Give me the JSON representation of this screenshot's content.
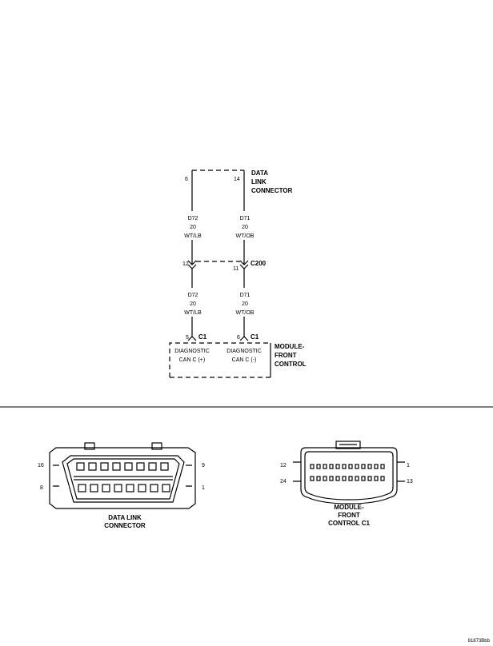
{
  "schematic": {
    "data_link_connector_label": [
      "DATA",
      "LINK",
      "CONNECTOR"
    ],
    "dlc_pin_left": "6",
    "dlc_pin_right": "14",
    "wire_left_upper": [
      "D72",
      "20",
      "WT/LB"
    ],
    "wire_right_upper": [
      "D71",
      "20",
      "WT/OB"
    ],
    "c200_pin_left": "12",
    "c200_pin_right": "11",
    "c200_label": "C200",
    "wire_left_lower": [
      "D72",
      "20",
      "WT/LB"
    ],
    "wire_right_lower": [
      "D71",
      "20",
      "WT/OB"
    ],
    "module_pin_left": "5",
    "module_pin_right": "6",
    "module_connector_left": "C1",
    "module_connector_right": "C1",
    "module_func_left": [
      "DIAGNOSTIC",
      "CAN C (+)"
    ],
    "module_func_right": [
      "DIAGNOSTIC",
      "CAN C (-)"
    ],
    "module_label": [
      "MODULE-",
      "FRONT",
      "CONTROL"
    ]
  },
  "connector_views": {
    "dlc": {
      "pin_top_left": "16",
      "pin_top_right": "9",
      "pin_bottom_left": "8",
      "pin_bottom_right": "1",
      "label": [
        "DATA LINK",
        "CONNECTOR"
      ]
    },
    "fcm": {
      "pin_top_left": "12",
      "pin_top_right": "1",
      "pin_bottom_left": "24",
      "pin_bottom_right": "13",
      "label": [
        "MODULE-",
        "FRONT",
        "CONTROL C1"
      ]
    }
  },
  "figure_id": "81873Bbb"
}
